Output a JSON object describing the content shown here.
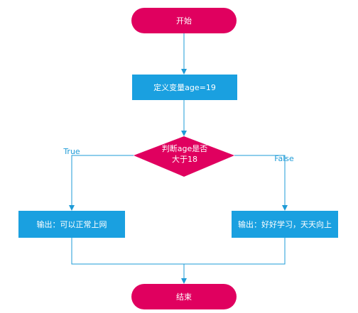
{
  "colors": {
    "terminal": "#e0005f",
    "process": "#1aa0e0",
    "decision": "#e0005f",
    "edge": "#1e9bd7",
    "text": "#ffffff"
  },
  "nodes": {
    "start": "开始",
    "define": "定义变量age=19",
    "decision_line1": "判断age是否",
    "decision_line2": "大于18",
    "output_true": "输出：可以正常上网",
    "output_false": "输出：好好学习，天天向上",
    "end": "结束"
  },
  "edges": {
    "true_label": "True",
    "false_label": "False"
  }
}
